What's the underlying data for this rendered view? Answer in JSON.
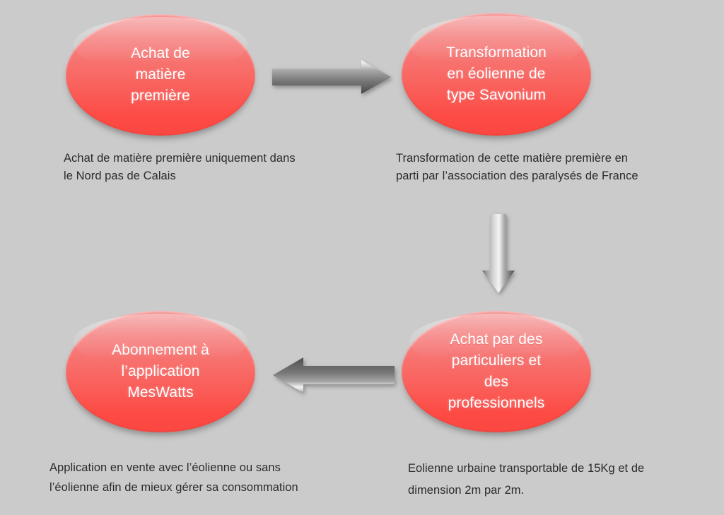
{
  "diagram": {
    "type": "process-cycle",
    "background_color": "#cccccc",
    "node_fill_top": "#f49191",
    "node_fill_bottom": "#fb4741",
    "node_text_color": "#ffffff",
    "caption_text_color": "#2b2b2b",
    "arrow_color_light": "#f2f2f2",
    "arrow_color_dark": "#4d4d4d"
  },
  "nodes": {
    "raw_material": {
      "label": "Achat de\nmatière\npremière",
      "caption": "Achat de matière première uniquement dans le Nord pas de Calais"
    },
    "transformation": {
      "label": "Transformation\nen éolienne de\ntype Savonium",
      "caption": "Transformation de cette matière première en parti par l’association des paralysés de France"
    },
    "purchase": {
      "label": "Achat par des\nparticuliers et\ndes\nprofessionnels",
      "caption": "Eolienne urbaine transportable de 15Kg et de dimension 2m par 2m."
    },
    "subscription": {
      "label": "Abonnement à\nl’application\nMesWatts",
      "caption": "Application en vente avec l’éolienne ou sans l’éolienne afin de mieux gérer sa consommation"
    }
  },
  "arrows": [
    {
      "name": "arrow-right-raw-to-transformation",
      "direction": "right"
    },
    {
      "name": "arrow-down-transformation-to-purchase",
      "direction": "down"
    },
    {
      "name": "arrow-left-purchase-to-subscription",
      "direction": "left"
    }
  ]
}
